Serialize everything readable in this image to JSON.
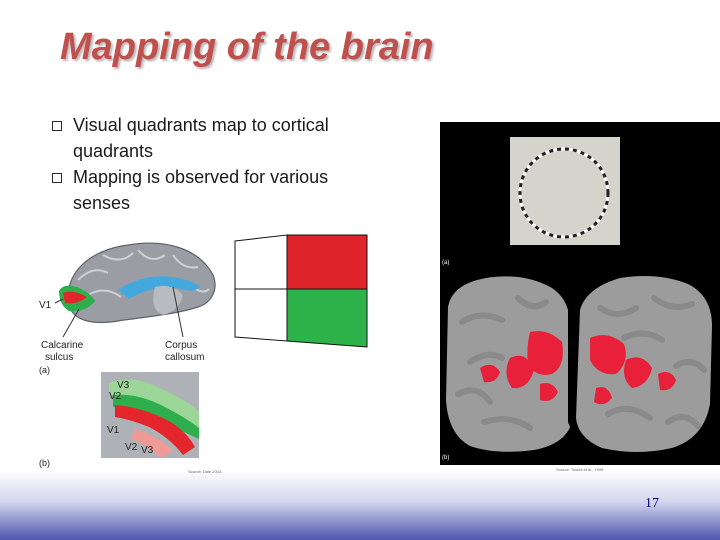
{
  "slide": {
    "title": "Mapping of the brain",
    "bullets": [
      "Visual quadrants map to cortical quadrants",
      "Mapping is observed for various senses"
    ],
    "page_number": "17"
  },
  "figure_left": {
    "labels": {
      "v1": "V1",
      "calcarine": [
        "Calcarine",
        "sulcus"
      ],
      "corpus": [
        "Corpus",
        "callosum"
      ],
      "panel_a": "(a)",
      "panel_b": "(b)",
      "v3_top": "V3",
      "v2_top": "V2",
      "v1_inset": "V1",
      "v2_bottom": "V2",
      "v3_bottom": "V3",
      "credit": "Source: Dale 2003"
    }
  },
  "figure_right": {
    "labels": {
      "panel_a": "(a)",
      "panel_b": "(b)",
      "credit": "Source: Tootell et al., 1998"
    }
  },
  "colors": {
    "title": "#c0504d",
    "quadrant_red": "#e0242c",
    "quadrant_green": "#2db34a",
    "activation_red": "#e8203a"
  }
}
